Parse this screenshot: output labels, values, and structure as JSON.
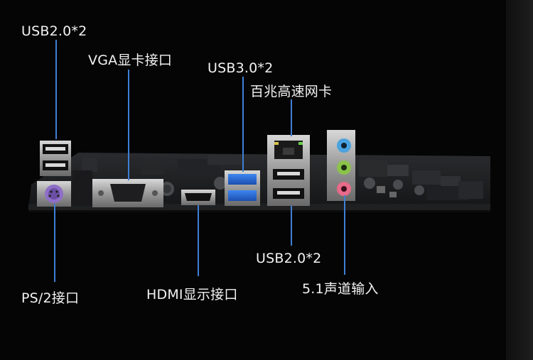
{
  "labels": {
    "usb20_top": "USB2.0*2",
    "vga": "VGA显卡接口",
    "usb30": "USB3.0*2",
    "lan": "百兆高速网卡",
    "ps2": "PS/2接口",
    "hdmi": "HDMI显示接口",
    "usb20_bottom": "USB2.0*2",
    "audio": "5.1声道输入"
  },
  "colors": {
    "background": "#050505",
    "leader_line": "#3f7fd6",
    "text": "#f2f2f2",
    "pcb": "#1a1b1d",
    "usb3_blue": "#2a6fd8",
    "audio_blue": "#4aa3df",
    "audio_green": "#8bc34a",
    "audio_pink": "#e86a8a",
    "ps2_purple": "#8e6fc7"
  }
}
